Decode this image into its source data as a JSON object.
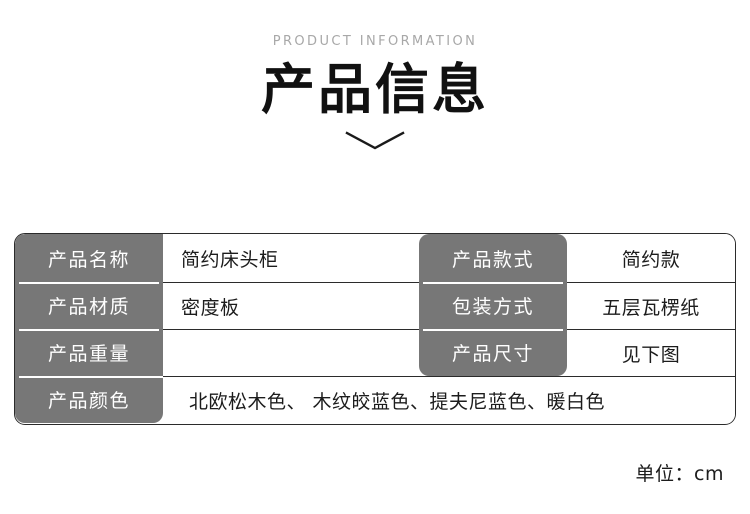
{
  "header": {
    "eyebrow": "PRODUCT INFORMATION",
    "title": "产品信息",
    "divider_icon": "chevron-down-icon"
  },
  "colors": {
    "label_bg": "#777777",
    "label_text": "#ffffff",
    "border": "#2b2b2b",
    "eyebrow_text": "#a8a8a8",
    "title_text": "#111111",
    "value_text": "#1c1c1c",
    "page_bg": "#ffffff"
  },
  "spec_table": {
    "rows": [
      {
        "left_label": "产品名称",
        "left_value": "简约床头柜",
        "right_label": "产品款式",
        "right_value": "简约款"
      },
      {
        "left_label": "产品材质",
        "left_value": "密度板",
        "right_label": "包装方式",
        "right_value": "五层瓦楞纸"
      },
      {
        "left_label": "产品重量",
        "left_value": "",
        "right_label": "产品尺寸",
        "right_value": "见下图"
      },
      {
        "left_label": "产品颜色",
        "left_value": "北欧松木色、 木纹皎蓝色、提夫尼蓝色、暖白色",
        "right_label": "",
        "right_value": ""
      }
    ]
  },
  "footer": {
    "unit_note": "单位：cm"
  }
}
